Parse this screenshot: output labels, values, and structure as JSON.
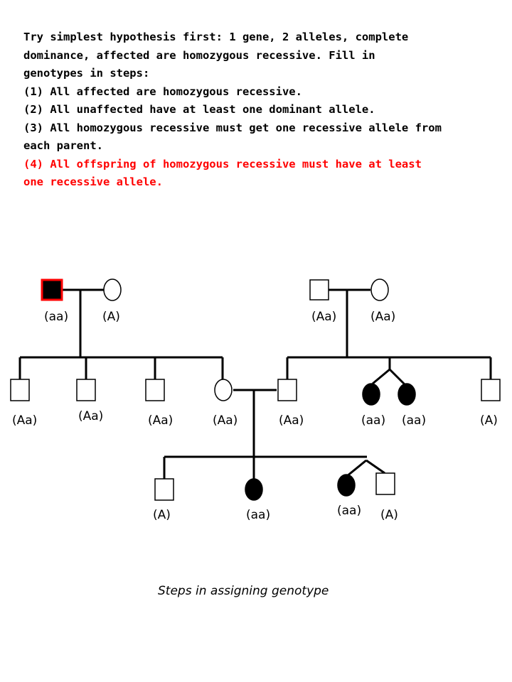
{
  "intro": {
    "lines": [
      "Try simplest hypothesis first: 1 gene, 2 alleles, complete",
      "dominance, affected are homozygous recessive. Fill in",
      "genotypes in steps:",
      "(1) All affected are homozygous recessive.",
      "(2) All unaffected have at least one dominant allele.",
      "(3) All homozygous recessive must get one recessive allele from",
      "each parent."
    ],
    "highlight_lines": [
      "(4) All offspring of homozygous recessive must have at least",
      "one recessive allele."
    ],
    "highlight_color": "#ff0000"
  },
  "pedigree": {
    "gen1_left_father": "(aa)",
    "gen1_left_mother": "(A)",
    "gen1_right_father": "(Aa)",
    "gen1_right_mother": "(Aa)",
    "gen2": [
      "(Aa)",
      "(Aa)",
      "(Aa)",
      "(Aa)",
      "(Aa)",
      "(aa)",
      "(aa)",
      "(A)"
    ],
    "gen3": [
      "(A)",
      "(aa)",
      "(aa)",
      "(A)"
    ],
    "proband_border_color": "#ff0000"
  },
  "caption": "Steps  in assigning genotype"
}
